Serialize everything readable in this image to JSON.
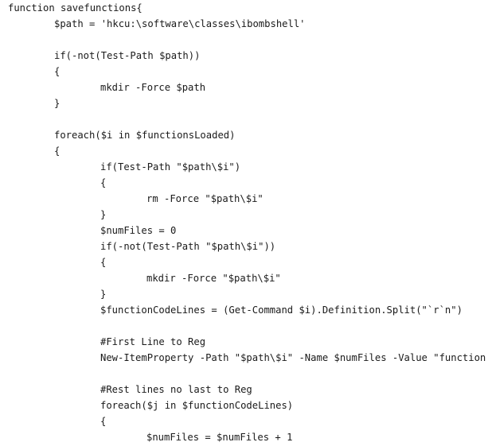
{
  "editor": {
    "lines": [
      {
        "text": "function savefunctions{",
        "indent": 0
      },
      {
        "text": "$path = 'hkcu:\\software\\classes\\ibombshell'",
        "indent": 1
      },
      {
        "text": "",
        "indent": 0
      },
      {
        "text": "if(-not(Test-Path $path))",
        "indent": 1
      },
      {
        "text": "{",
        "indent": 1
      },
      {
        "text": "mkdir -Force $path",
        "indent": 2
      },
      {
        "text": "}",
        "indent": 1
      },
      {
        "text": "",
        "indent": 0
      },
      {
        "text": "foreach($i in $functionsLoaded)",
        "indent": 1
      },
      {
        "text": "{",
        "indent": 1
      },
      {
        "text": "if(Test-Path \"$path\\$i\")",
        "indent": 2
      },
      {
        "text": "{",
        "indent": 2
      },
      {
        "text": "rm -Force \"$path\\$i\"",
        "indent": 3
      },
      {
        "text": "}",
        "indent": 2
      },
      {
        "text": "$numFiles = 0",
        "indent": 2
      },
      {
        "text": "if(-not(Test-Path \"$path\\$i\"))",
        "indent": 2
      },
      {
        "text": "{",
        "indent": 2
      },
      {
        "text": "mkdir -Force \"$path\\$i\"",
        "indent": 3
      },
      {
        "text": "}",
        "indent": 2
      },
      {
        "text": "$functionCodeLines = (Get-Command $i).Definition.Split(\"`r`n\")",
        "indent": 2
      },
      {
        "text": "",
        "indent": 0
      },
      {
        "text": "#First Line to Reg",
        "indent": 2
      },
      {
        "text": "New-ItemProperty -Path \"$path\\$i\" -Name $numFiles -Value \"function $i{\"",
        "indent": 2
      },
      {
        "text": "",
        "indent": 0
      },
      {
        "text": "#Rest lines no last to Reg",
        "indent": 2
      },
      {
        "text": "foreach($j in $functionCodeLines)",
        "indent": 2
      },
      {
        "text": "{",
        "indent": 2
      },
      {
        "text": "$numFiles = $numFiles + 1",
        "indent": 3
      }
    ]
  }
}
